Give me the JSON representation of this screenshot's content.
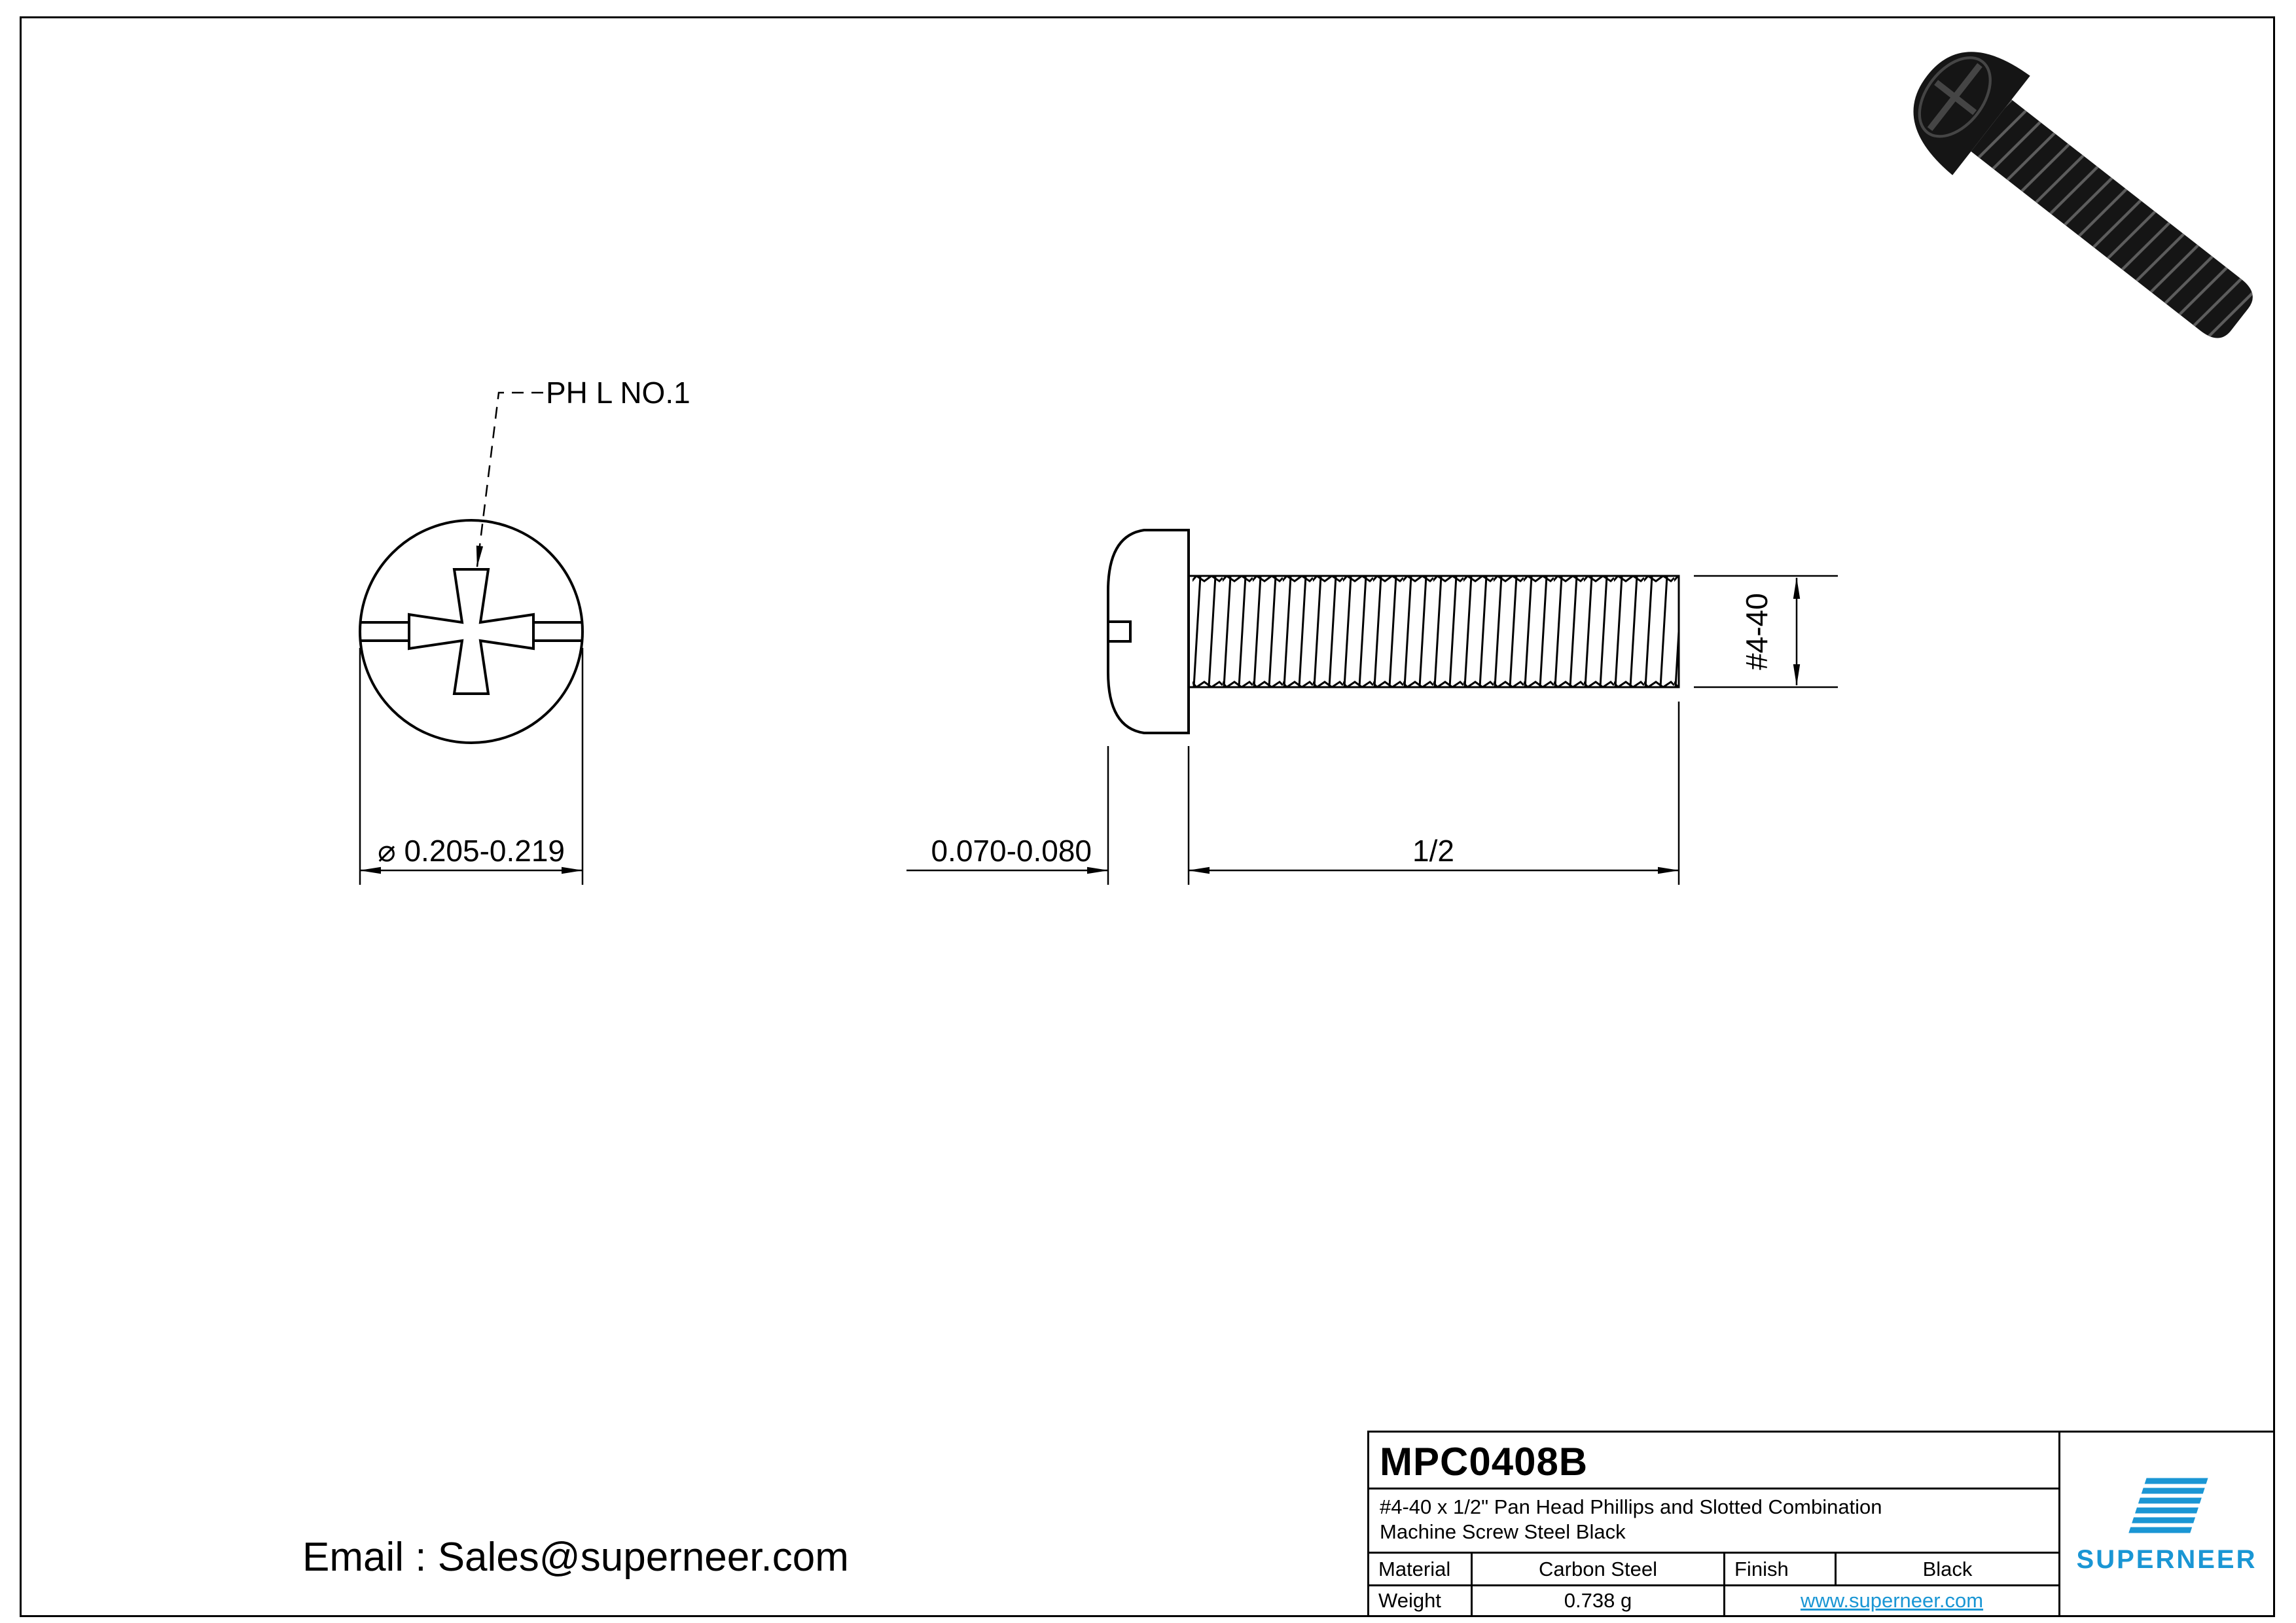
{
  "drawing": {
    "phillips_label": "PH L NO.1",
    "head_dia_dim": "⌀ 0.205-0.219",
    "head_height_dim": "0.070-0.080",
    "length_dim": "1/2",
    "thread_dim": "#4-40"
  },
  "footer": {
    "email": "Email : Sales@superneer.com"
  },
  "title_block": {
    "part_number": "MPC0408B",
    "description": "#4-40 x 1/2\" Pan Head Phillips and Slotted Combination Machine Screw Steel Black",
    "material_label": "Material",
    "material_value": "Carbon Steel",
    "finish_label": "Finish",
    "finish_value": "Black",
    "weight_label": "Weight",
    "weight_value": "0.738 g",
    "website": "www.superneer.com",
    "brand": "SUPERNEER"
  },
  "colors": {
    "accent_blue": "#1a96d4",
    "line_color": "#000000",
    "screw_color": "#151515"
  }
}
